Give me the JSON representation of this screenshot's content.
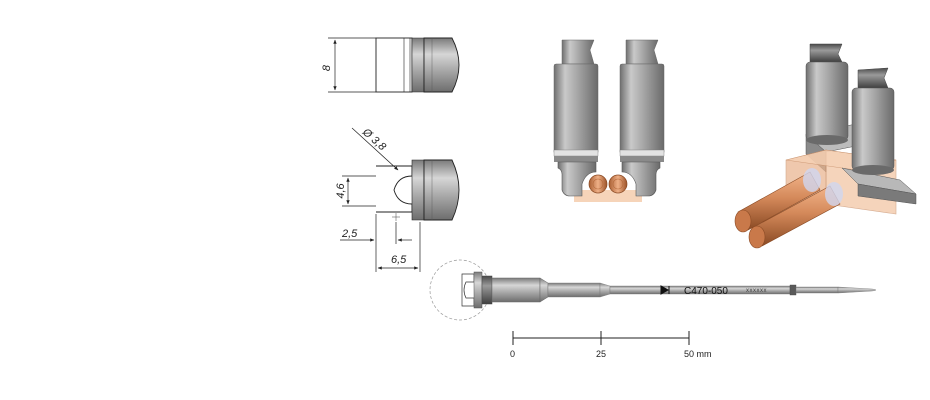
{
  "dimensions": {
    "width_label": "8",
    "diameter_label": "Ø 3,8",
    "height_label": "4,6",
    "offset_label": "2,5",
    "length_label": "6,5"
  },
  "tip": {
    "model": "C470-050",
    "code": "xxxxxx"
  },
  "scale": {
    "ticks": [
      "0",
      "25",
      "50 mm"
    ]
  },
  "colors": {
    "steel": "#9a9a9a",
    "copper": "#d4895a",
    "line": "#222222"
  }
}
